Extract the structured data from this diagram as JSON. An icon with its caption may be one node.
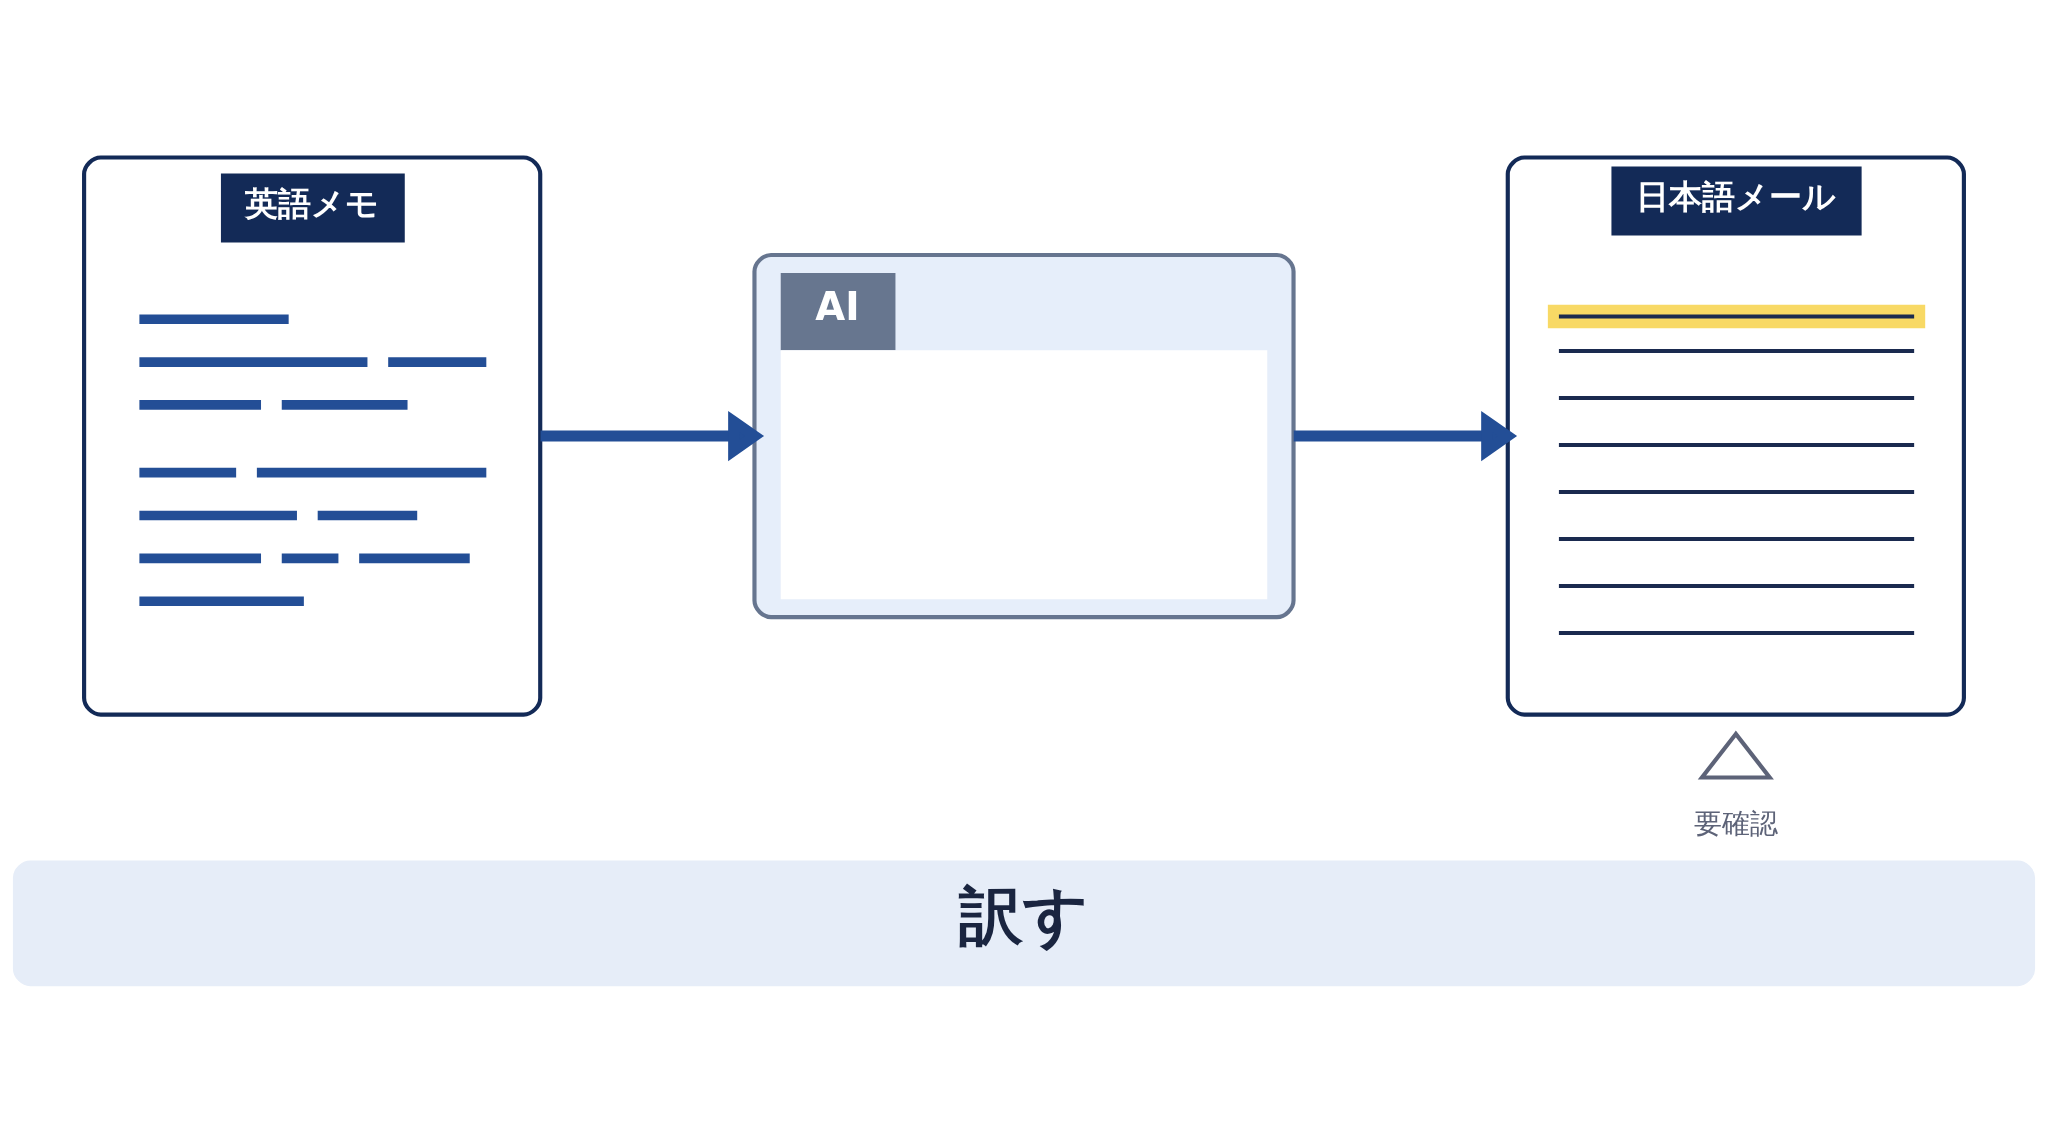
{
  "diagram": {
    "nodes": [
      {
        "text": [
          "英語メモ"
        ]
      },
      {
        "text": [
          "AI"
        ]
      },
      {
        "text": [
          "日本語メール"
        ]
      },
      {
        "text": [],
        "shape": "triangle",
        "beside": [
          "要確認"
        ]
      },
      {
        "text": [
          "訳す"
        ]
      }
    ],
    "edges": [
      {
        "from": 0,
        "to": 1,
        "arrow": "to"
      },
      {
        "from": 1,
        "to": 2,
        "arrow": "to"
      }
    ]
  }
}
